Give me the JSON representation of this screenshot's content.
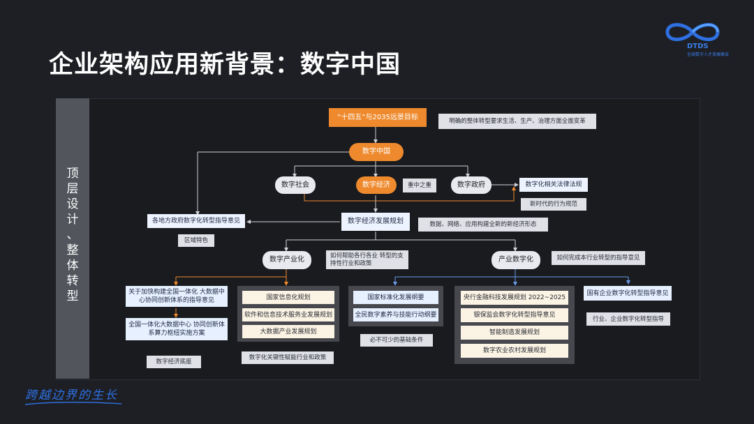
{
  "slide": {
    "title": "企业架构应用新背景：数字中国",
    "side_label_lines": [
      "顶",
      "层",
      "设",
      "计",
      "、",
      "整",
      "体",
      "转",
      "型"
    ],
    "slogan": "跨越边界的生长"
  },
  "logo": {
    "name": "DTDS",
    "subtitle": "全球数字人才发展峰会"
  },
  "diagram": {
    "goal": "“十四五”与2035远景目标",
    "goal_note": "明确的整体转型要求生活、生产、治理方面全面变革",
    "digital_china": "数字中国",
    "digital_society": "数字社会",
    "digital_economy": "数字经济",
    "economy_note": "重中之重",
    "digital_government": "数字政府",
    "gov_law": "数字化相关法律法规",
    "gov_law_note": "新时代的行为规范",
    "local_guidance": "各地方政府数字化转型指导意见",
    "local_note": "区域特色",
    "economy_plan": "数字经济发展规划",
    "economy_plan_note": "数据、网络、应用构建全新的新经济形态",
    "digital_industrialization": "数字产业化",
    "industrialization_note": "如何帮助各行各业 转型的支持性行业和政策",
    "industrial_digitalization": "产业数字化",
    "digitalization_note": "如何完成本行业转型的指导意见",
    "col1": {
      "items": [
        "关于加快构建全国一体化 大数据中心协同创新体系的指导意见",
        "全国一体化大数据中心 协同创新体系算力枢纽实施方案"
      ],
      "note": "数字经济底座"
    },
    "col2": {
      "items": [
        "国家信息化规划",
        "软件和信息技术服务业发展规划",
        "大数据产业发展规划"
      ],
      "note": "数字化关键性赋能行业和政策"
    },
    "col3": {
      "items": [
        "国家标准化发展纲要",
        "全民数字素养与技能行动纲要"
      ],
      "note": "必不可少的基础条件"
    },
    "col4": {
      "items": [
        "央行金融科技发展规划 2022~2025",
        "银保监会数字化转型指导意见",
        "智能制造发展规划",
        "数字农业农村发展规划"
      ]
    },
    "col5": {
      "item": "国有企业数字化转型指导意见",
      "note": "行业、企业数字化转型指导"
    }
  },
  "colors": {
    "accent_orange": "#ee8a2d",
    "brand_blue": "#2f6fe0",
    "background": "#1d1f24"
  }
}
